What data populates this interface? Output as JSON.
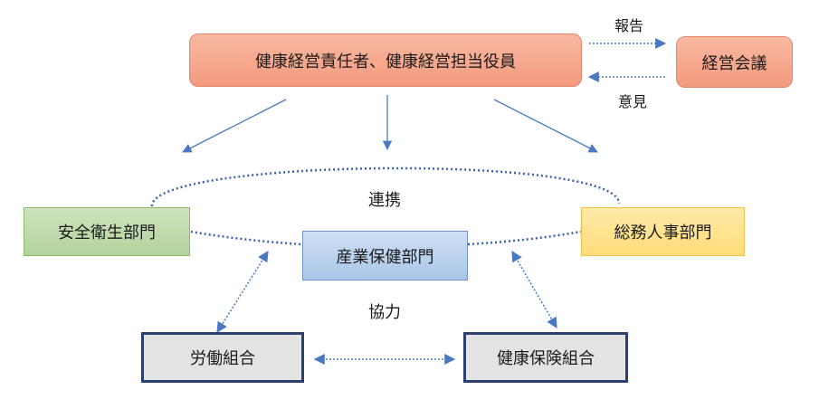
{
  "diagram": {
    "boxes": {
      "executive": "健康経営責任者、健康経営担当役員",
      "council": "経営会議",
      "safety_dept": "安全衛生部門",
      "general_affairs_dept": "総務人事部門",
      "health_dept": "産業保健部門",
      "labor_union": "労働組合",
      "health_insurance": "健康保険組合"
    },
    "labels": {
      "report": "報告",
      "opinion": "意見",
      "collaboration": "連携",
      "cooperation": "協力"
    }
  }
}
